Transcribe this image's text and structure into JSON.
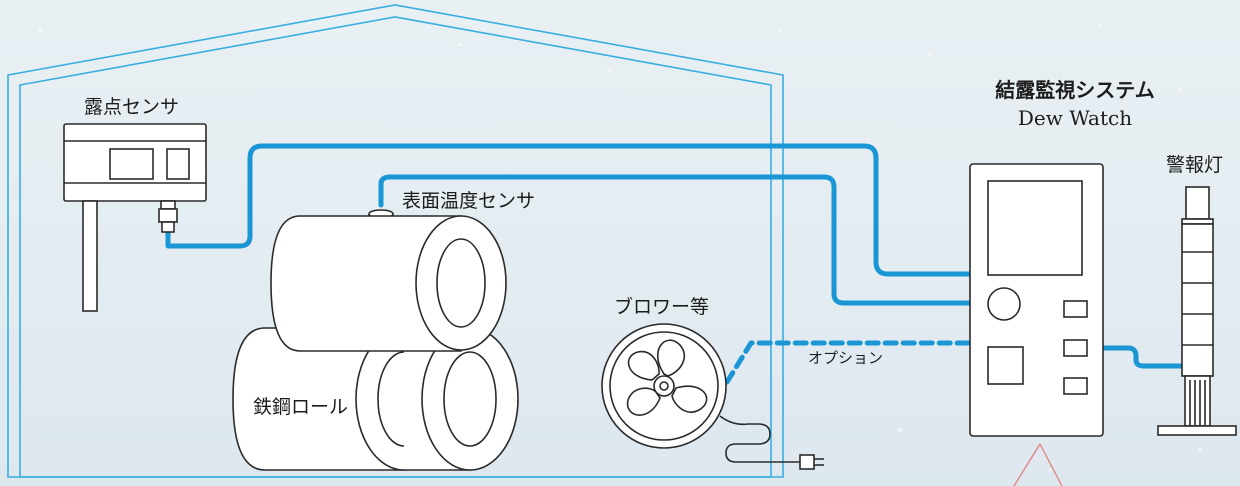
{
  "labels": {
    "dew_sensor": "露点センサ",
    "surface_sensor": "表面温度センサ",
    "steel_roll": "鉄鋼ロール",
    "blower": "ブロワー等",
    "option": "オプション",
    "system_title": "結露監視システム",
    "system_subtitle": "Dew Watch",
    "warning_light": "警報灯"
  },
  "colors": {
    "line_blue": "#1a96d4",
    "stroke_dark": "#2a2a2a",
    "fill": "#ffffff",
    "building_outline": "#39aee0"
  }
}
